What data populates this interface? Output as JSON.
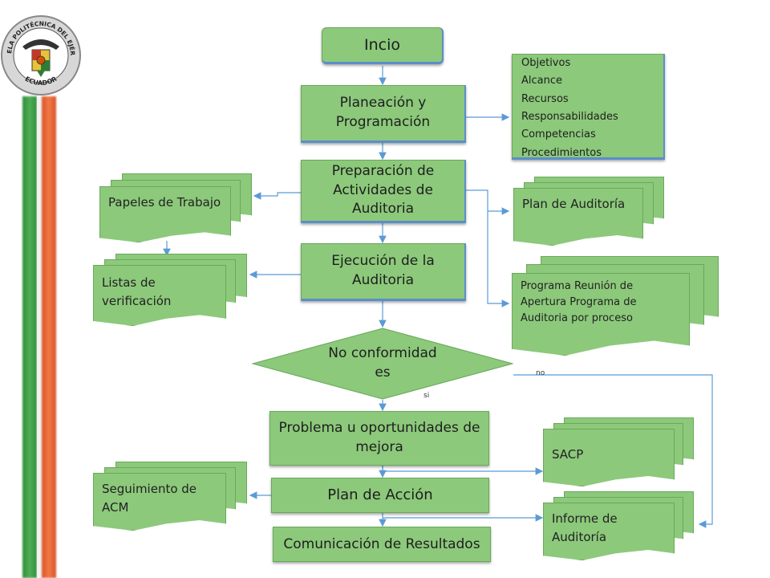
{
  "logo": {
    "text_top": "ESCUELA POLITÉCNICA DEL EJÉRCITO",
    "text_bottom": "ECUADOR"
  },
  "flow": {
    "inicio": "Incio",
    "planeacion": "Planeación y Programación",
    "preparacion": "Preparación de Actividades de Auditoria",
    "ejecucion": "Ejecución de la Auditoria",
    "decision": "No conformidades",
    "problema": "Problema u oportunidades de mejora",
    "plan_accion": "Plan de Acción",
    "comunicacion": "Comunicación de Resultados"
  },
  "objetivos_list": [
    "Objetivos",
    "Alcance",
    "Recursos",
    "Responsabilidades",
    "Competencias",
    "Procedimientos"
  ],
  "docs": {
    "papeles": "Papeles de Trabajo",
    "listas": "Listas de verificación",
    "plan_auditoria": "Plan de Auditoría",
    "programa": "Programa Reunión de Apertura Programa de Auditoria por proceso",
    "sacp": "SACP",
    "seguimiento": "Seguimiento de ACM",
    "informe": "Informe de Auditoría"
  },
  "labels": {
    "si": "si",
    "no": "no"
  },
  "colors": {
    "box_fill": "#8cc97b",
    "box_border": "#6aa85a",
    "arrow": "#5b9bd5",
    "accent_blue": "#5b8ec9"
  }
}
